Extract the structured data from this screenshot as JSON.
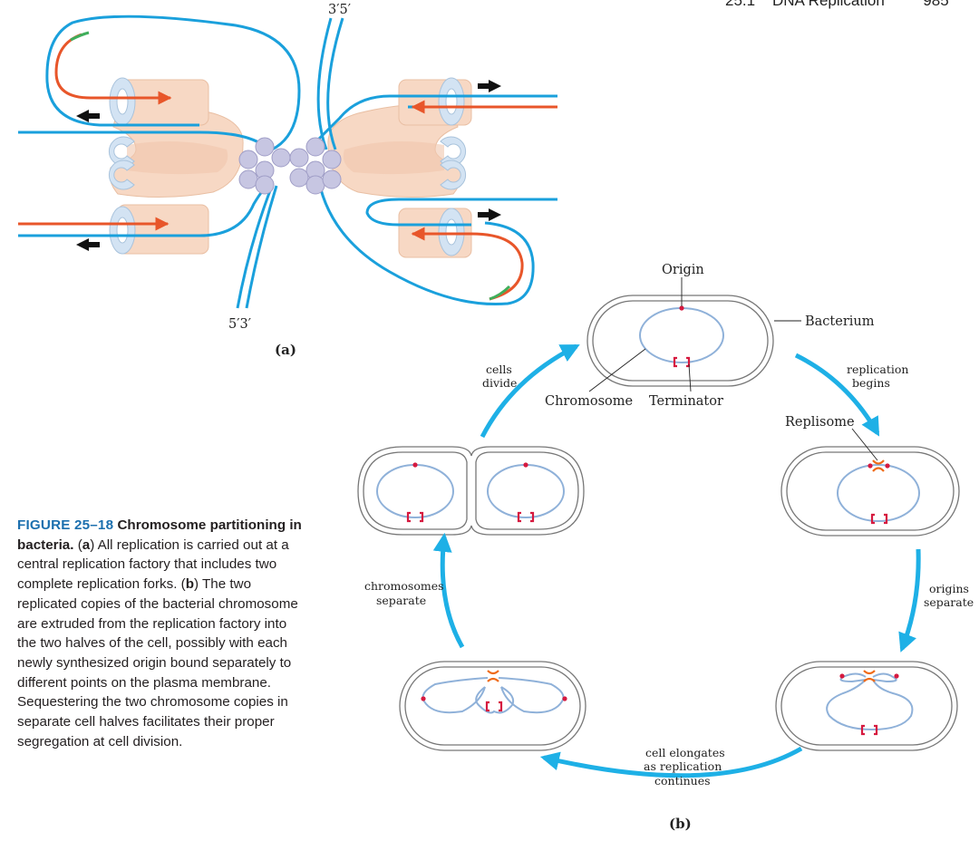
{
  "header": {
    "section": "25.1",
    "title": "DNA Replication",
    "page": "985"
  },
  "panel_a": {
    "label": "(a)",
    "top_strands": "3′5′",
    "bottom_strands": "5′3′"
  },
  "panel_b": {
    "label": "(b)",
    "labels": {
      "origin": "Origin",
      "bacterium": "Bacterium",
      "chromosome": "Chromosome",
      "terminator": "Terminator",
      "replisome": "Replisome"
    },
    "steps": {
      "replication_begins": [
        "replication",
        "begins"
      ],
      "origins_separate": [
        "origins",
        "separate"
      ],
      "cell_elongates": [
        "cell elongates",
        "as replication",
        "continues"
      ],
      "chromosomes_separate": [
        "chromosomes",
        "separate"
      ],
      "cells_divide": [
        "cells",
        "divide"
      ]
    }
  },
  "caption": {
    "figure_number": "FIGURE 25–18",
    "title": "Chromosome partitioning in bacteria.",
    "part_a_marker": "a",
    "part_a_text": "All replication is carried out at a central replication factory that includes two complete replication forks.",
    "part_b_marker": "b",
    "part_b_text": "The two replicated copies of the bacterial chromosome are extruded from the replication factory into the two halves of the cell, possibly with each newly synthesized origin bound separately to different points on the plasma membrane. Sequestering the two chromosome copies in separate cell halves facilitates their proper segregation at cell division."
  },
  "colors": {
    "dna_parent": "#1aa0dc",
    "dna_new": "#e8562a",
    "primer": "#3fae5b",
    "protein_peach": "#f7d8c4",
    "protein_blue": "#d3e3f3",
    "factory_bead": "#c7c6e2",
    "chromosome": "#8fb1d9",
    "origin_dot": "#d6193f",
    "terminator": "#d6193f",
    "replisome": "#ef6a17",
    "arrow_cycle": "#1eb0e6",
    "caption_accent": "#1b6fae"
  }
}
